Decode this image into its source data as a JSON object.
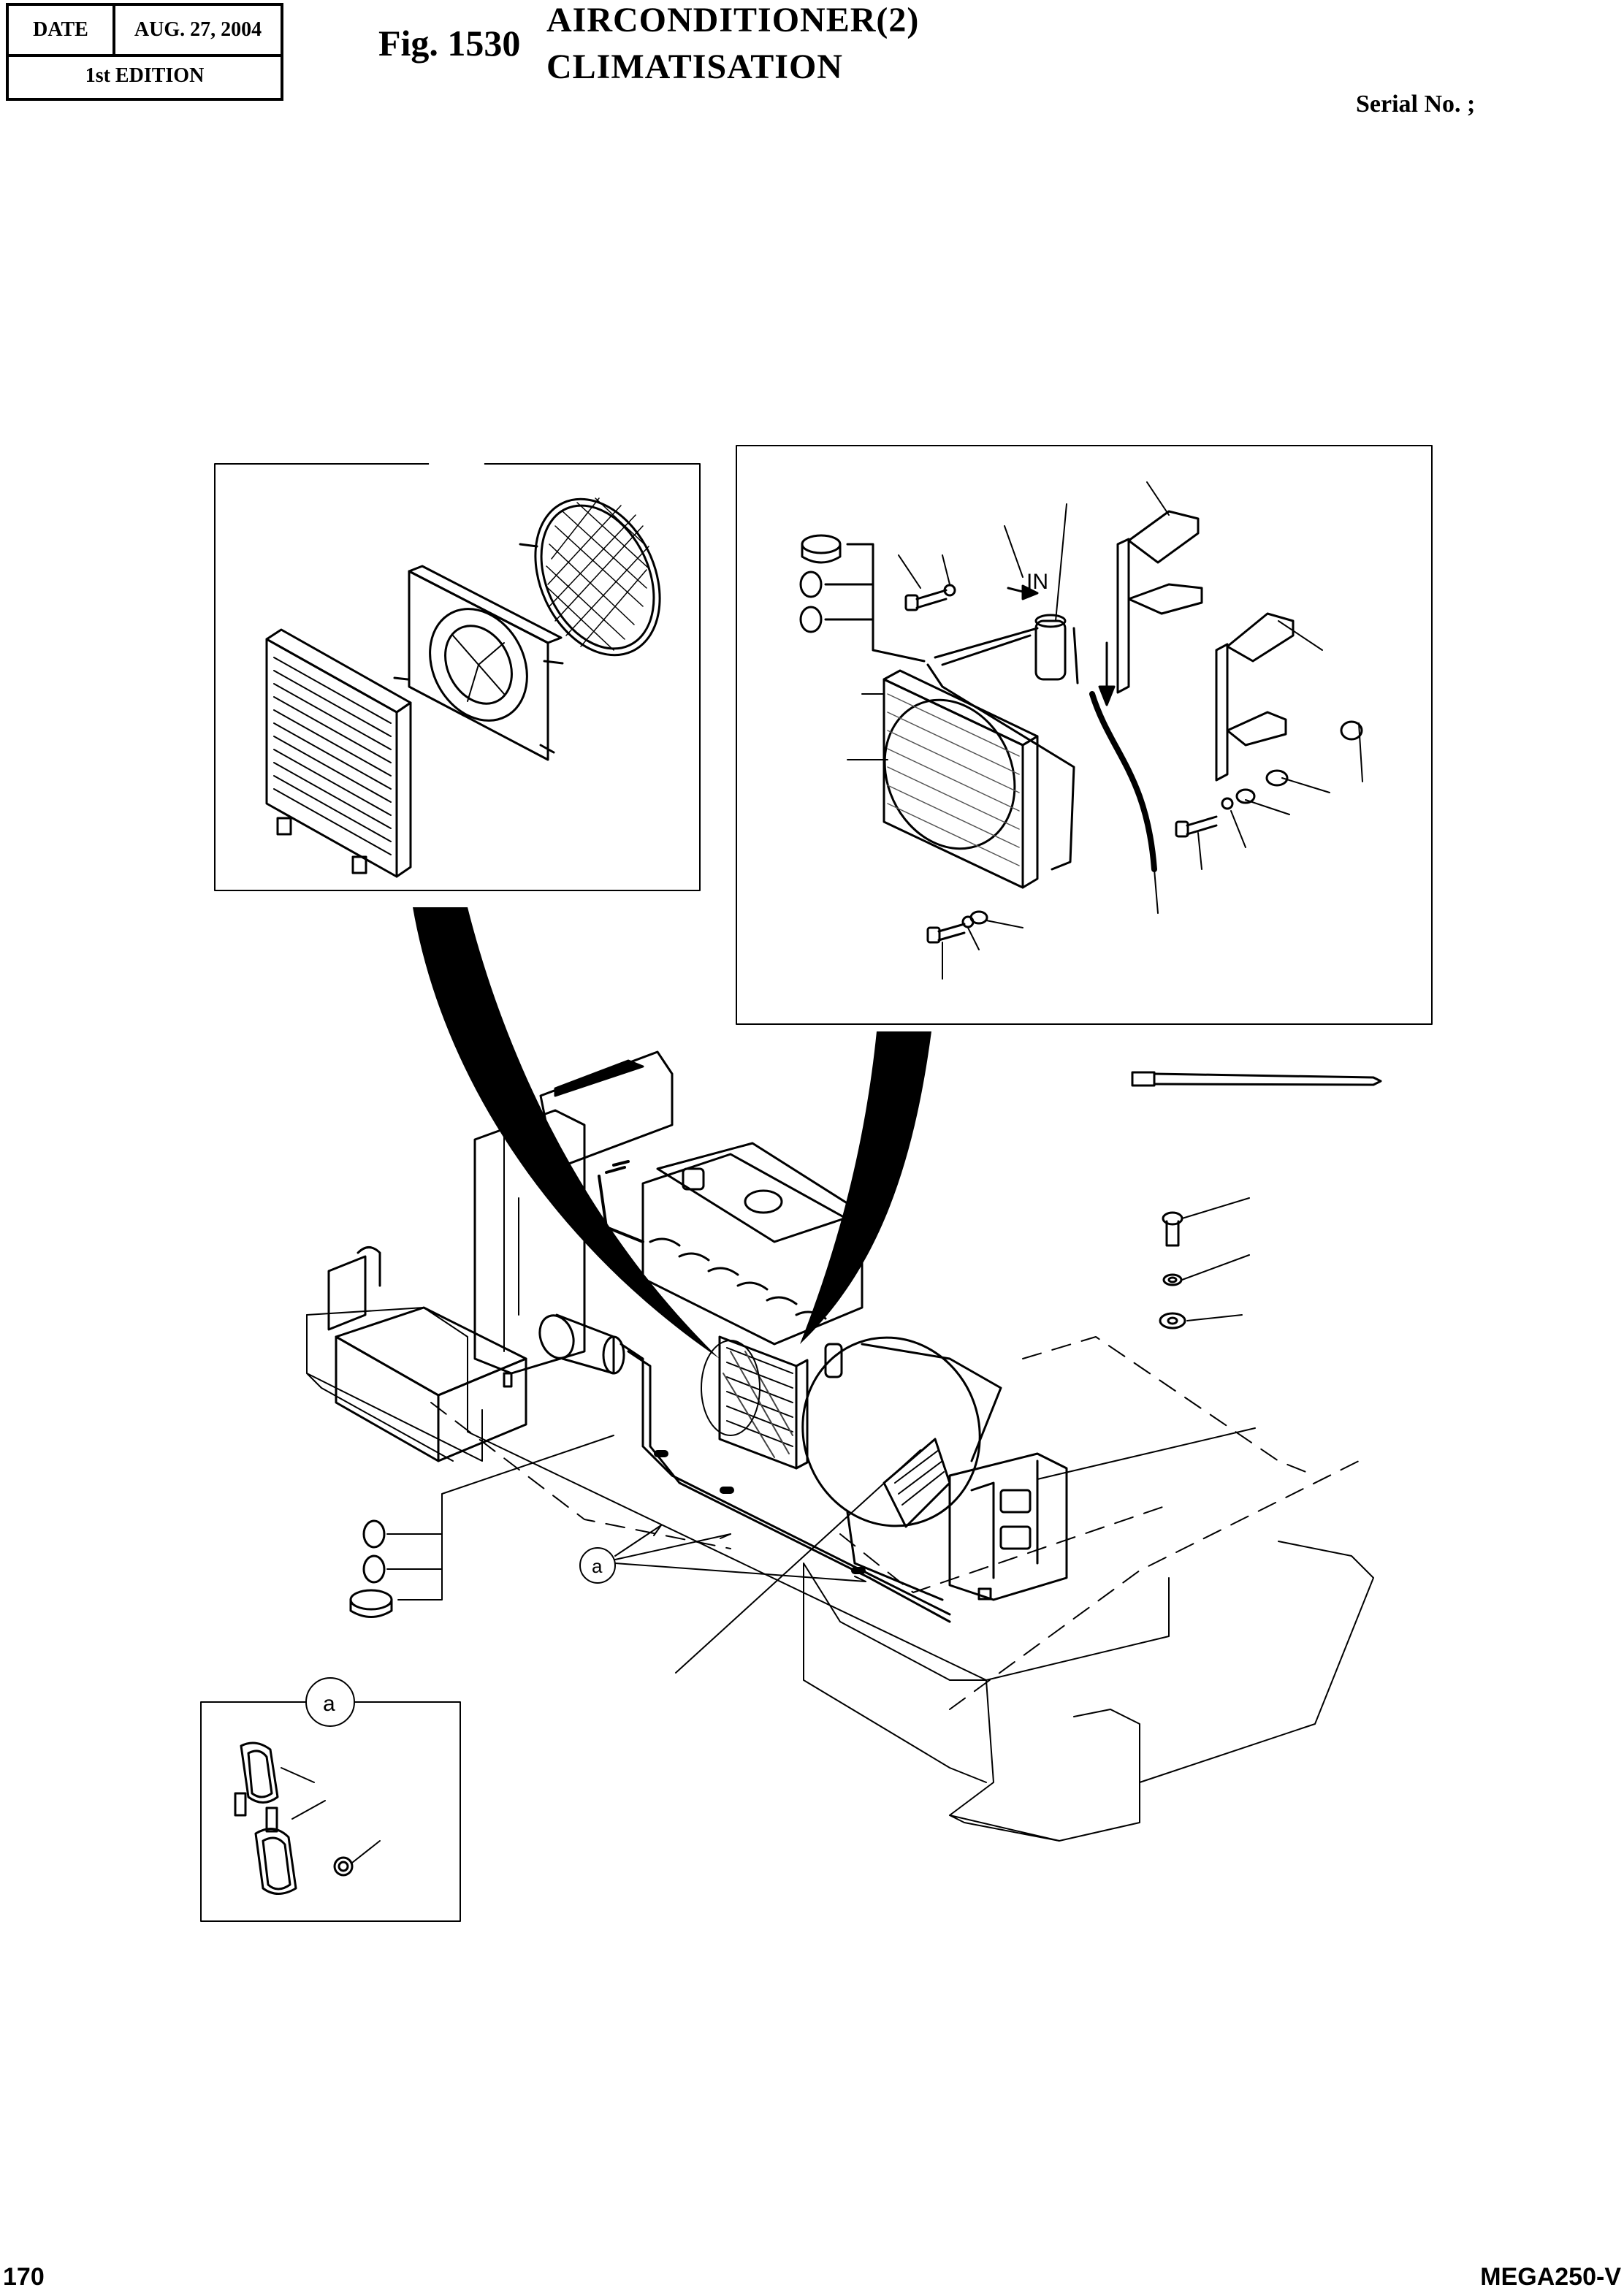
{
  "header": {
    "date_label": "DATE",
    "date_value": "AUG. 27, 2004",
    "edition": "1st EDITION"
  },
  "figure": {
    "number": "Fig. 1530",
    "title_en": "AIRCONDITIONER(2)",
    "title_fr": "CLIMATISATION",
    "serial": "Serial No. ;"
  },
  "diagram": {
    "flow_label": "IN",
    "detail_callout": "a"
  },
  "footer": {
    "page": "170",
    "model": "MEGA250-V"
  },
  "colors": {
    "ink": "#000000",
    "paper": "#ffffff",
    "shading": "#555555"
  }
}
